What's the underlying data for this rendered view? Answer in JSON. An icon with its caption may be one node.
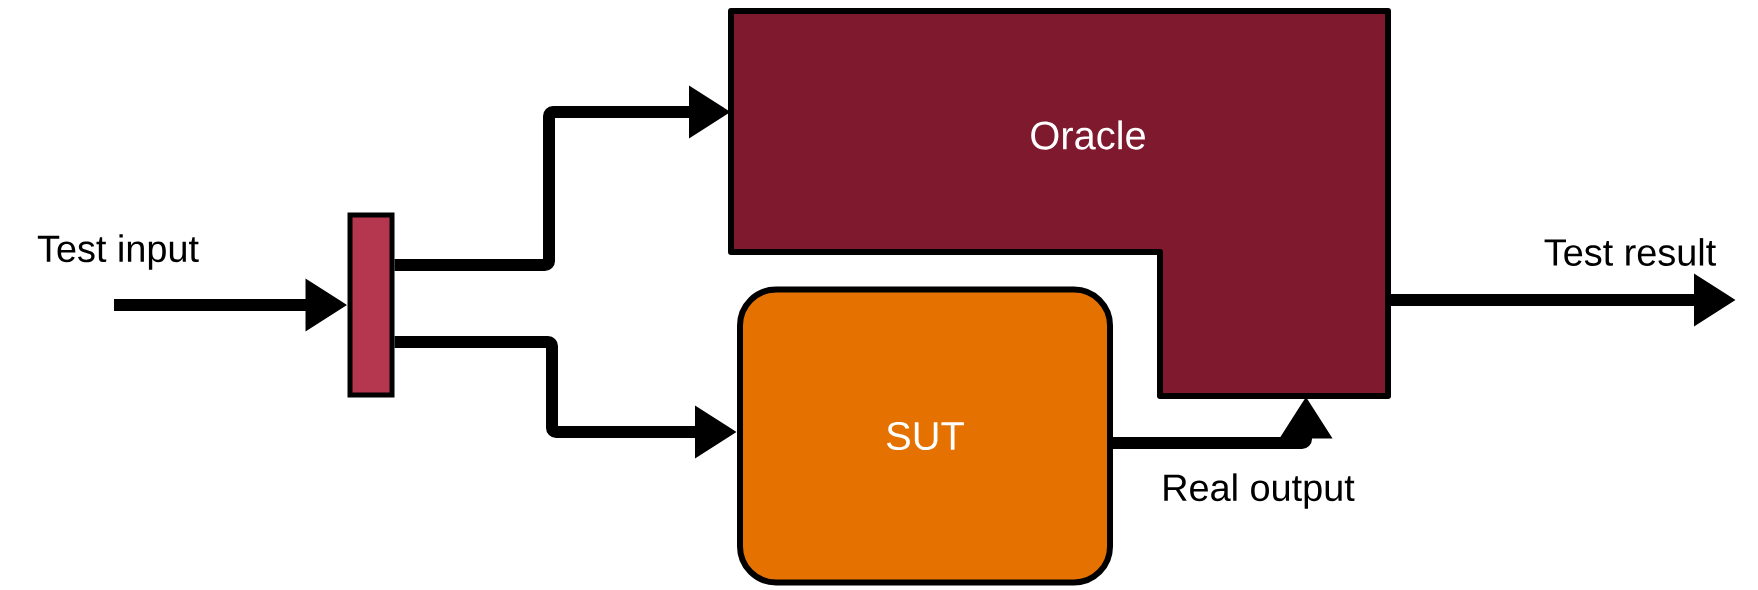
{
  "diagram": {
    "nodes": [
      {
        "text": [],
        "shape": "bar"
      },
      {
        "text": [
          "Oracle"
        ]
      },
      {
        "text": [
          "SUT"
        ]
      }
    ],
    "edges": [
      {
        "from": null,
        "to": 0,
        "arrow": "to",
        "label": "Test input"
      },
      {
        "from": 0,
        "to": 1,
        "arrow": "to"
      },
      {
        "from": 0,
        "to": 2,
        "arrow": "to"
      },
      {
        "from": 2,
        "to": 1,
        "arrow": "to",
        "label": "Real output"
      },
      {
        "from": 1,
        "to": null,
        "arrow": "to",
        "label": "Test result"
      }
    ]
  }
}
